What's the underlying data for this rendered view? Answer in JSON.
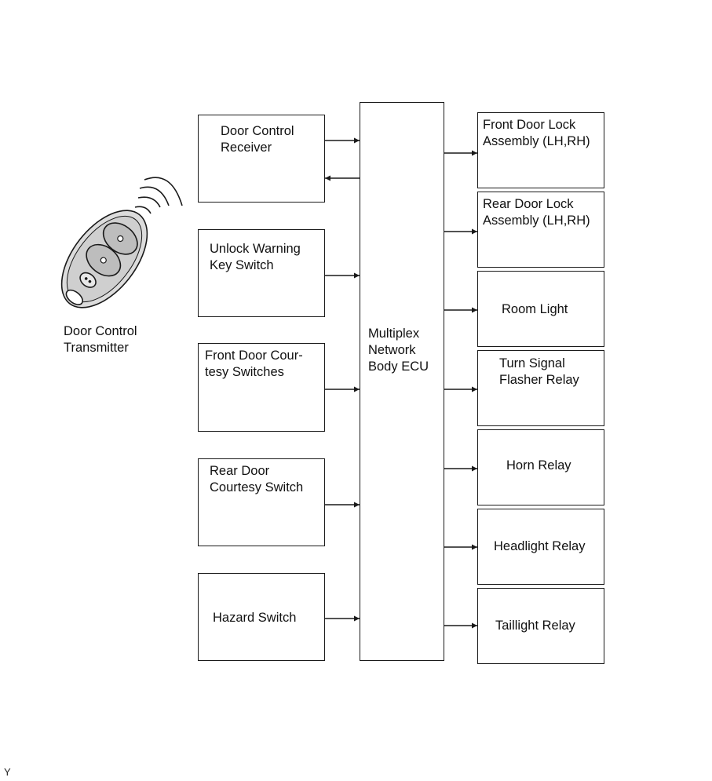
{
  "transmitter": {
    "label": "Door Control\nTransmitter"
  },
  "inputs": [
    "Door Control\nReceiver",
    "Unlock Warning\nKey Switch",
    "Front Door Cour-\ntesy Switches",
    "Rear Door\nCourtesy Switch",
    "Hazard Switch"
  ],
  "ecu": {
    "label": "Multiplex\nNetwork\nBody ECU"
  },
  "outputs": [
    "Front Door Lock\nAssembly (LH,RH)",
    "Rear Door Lock\nAssembly (LH,RH)",
    "Room Light",
    "Turn Signal\nFlasher Relay",
    "Horn Relay",
    "Headlight Relay",
    "Taillight Relay"
  ],
  "corner_mark": "Y"
}
